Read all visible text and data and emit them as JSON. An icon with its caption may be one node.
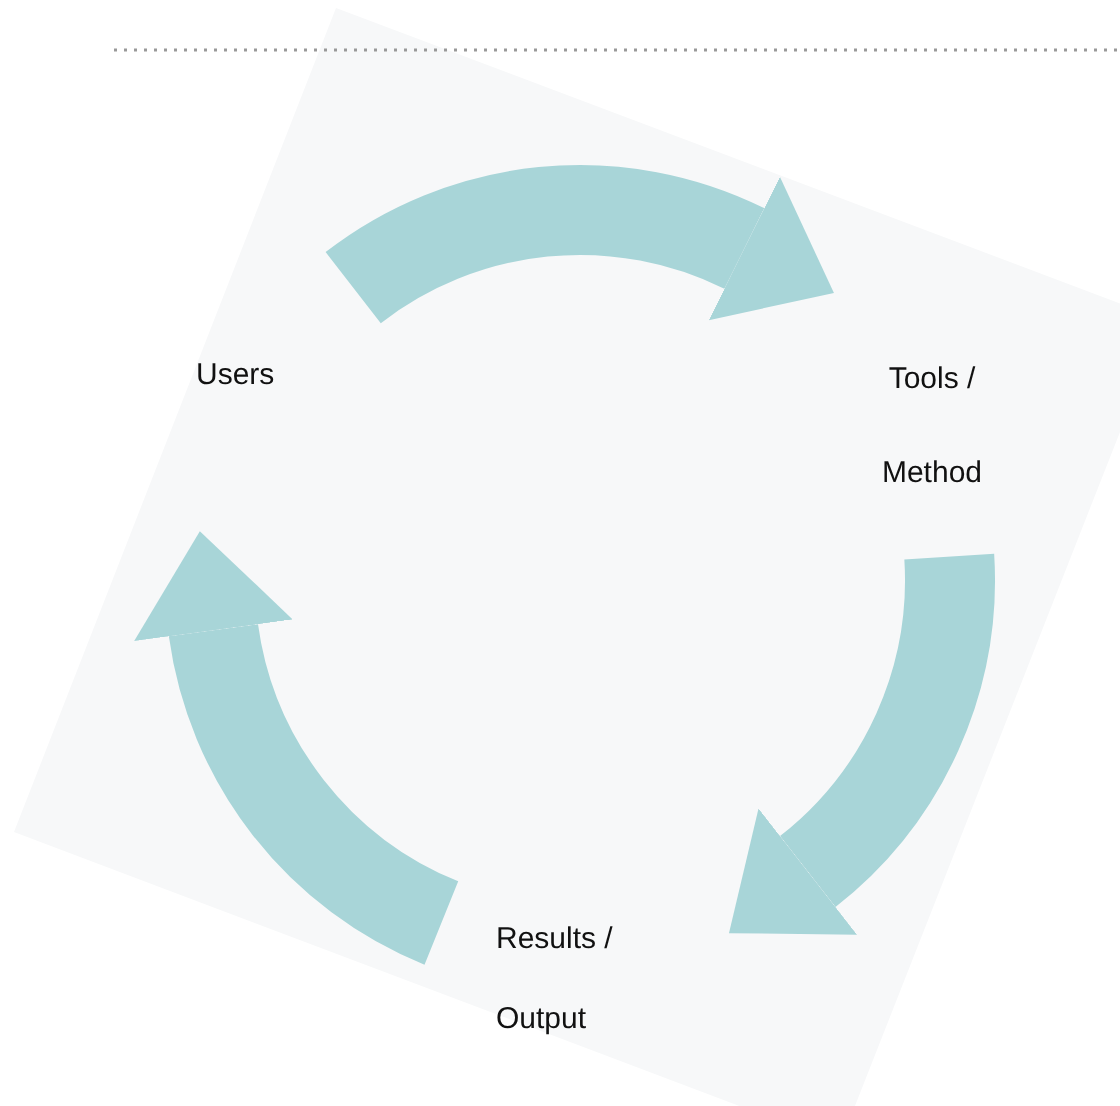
{
  "diagram": {
    "nodes": [
      {
        "text": [
          "Users"
        ]
      },
      {
        "text": [
          "Tools / Method"
        ]
      },
      {
        "text": [
          "Results / Output"
        ]
      }
    ],
    "edges": [
      {
        "from": 0,
        "to": 1,
        "arrow": "to"
      },
      {
        "from": 1,
        "to": 2,
        "arrow": "to"
      },
      {
        "from": 2,
        "to": 0,
        "arrow": "to"
      }
    ]
  }
}
